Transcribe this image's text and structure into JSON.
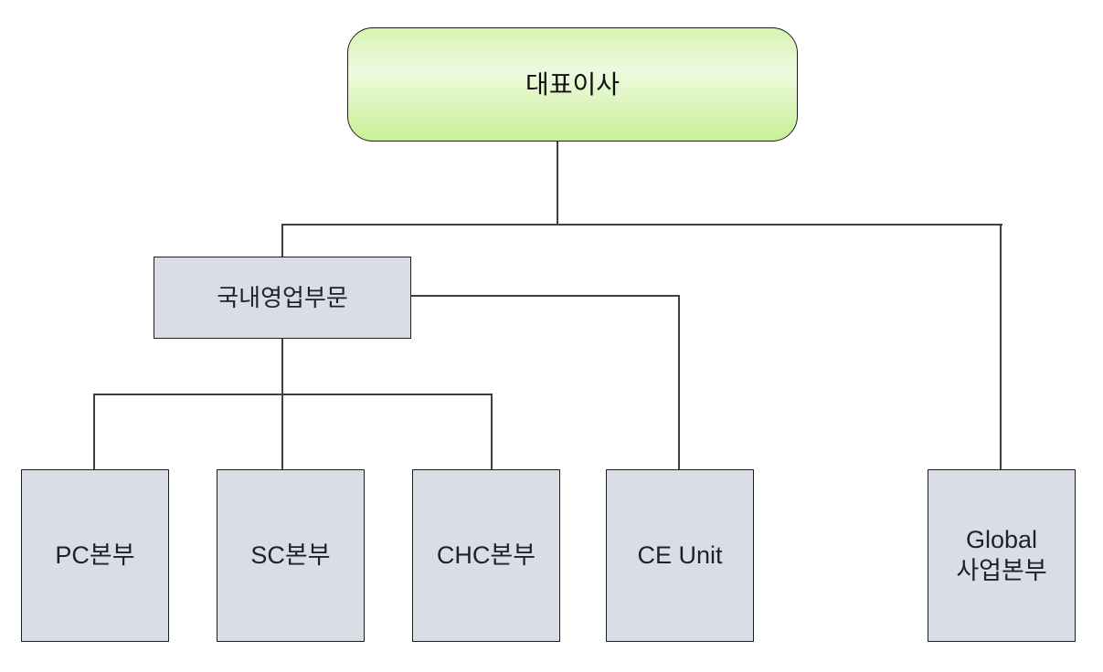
{
  "colors": {
    "background": "#ffffff",
    "root_fill_top": "#d7f3b1",
    "root_fill_mid": "#edfade",
    "root_fill_bottom": "#c9f096",
    "node_fill": "#d9dee6",
    "node_border": "#1f1f1f",
    "connector": "#3f3f3f",
    "text": "#1c212b"
  },
  "org_chart": {
    "type": "organization-chart",
    "root": {
      "id": "ceo",
      "label": "대표이사"
    },
    "nodes": [
      {
        "id": "domestic-sales-division",
        "label": "국내영업부문",
        "parent": "ceo"
      },
      {
        "id": "pc-division",
        "label": "PC본부",
        "parent": "domestic-sales-division"
      },
      {
        "id": "sc-division",
        "label": "SC본부",
        "parent": "domestic-sales-division"
      },
      {
        "id": "chc-division",
        "label": "CHC본부",
        "parent": "domestic-sales-division"
      },
      {
        "id": "ce-unit",
        "label": "CE Unit",
        "parent": "domestic-sales-division"
      },
      {
        "id": "global-business-division",
        "label": "Global\n사업본부",
        "parent": "ceo"
      }
    ],
    "edges": [
      {
        "from": "ceo",
        "to": "domestic-sales-division"
      },
      {
        "from": "ceo",
        "to": "global-business-division"
      },
      {
        "from": "domestic-sales-division",
        "to": "pc-division"
      },
      {
        "from": "domestic-sales-division",
        "to": "sc-division"
      },
      {
        "from": "domestic-sales-division",
        "to": "chc-division"
      },
      {
        "from": "domestic-sales-division",
        "to": "ce-unit"
      }
    ]
  }
}
